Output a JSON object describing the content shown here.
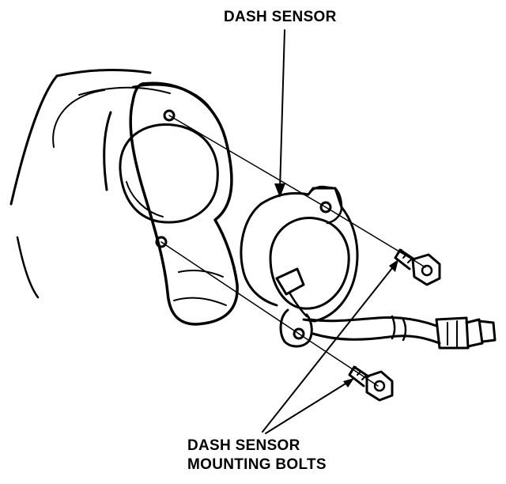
{
  "callouts": {
    "sensor": "DASH SENSOR",
    "bolts_line1": "DASH SENSOR",
    "bolts_line2": "MOUNTING BOLTS"
  },
  "colors": {
    "ink": "#000000",
    "paper": "#ffffff"
  }
}
